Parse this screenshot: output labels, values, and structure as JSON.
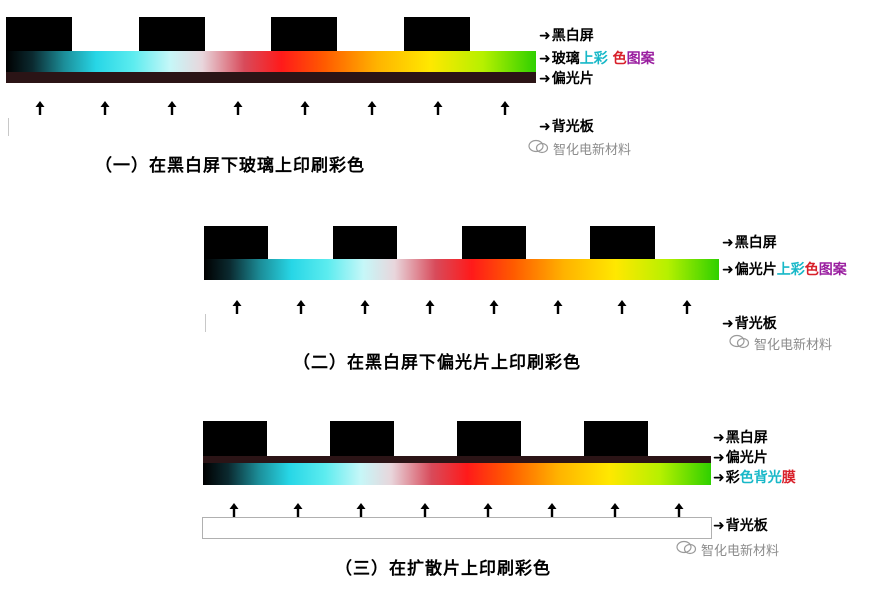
{
  "diagram1": {
    "labels": {
      "black_white_screen": "黑白屏",
      "glass_printed": [
        "玻璃",
        "上",
        "彩",
        "色",
        "图案"
      ],
      "polarizer": "偏光片",
      "backlight": "背光板"
    },
    "caption": "（一）在黑白屏下玻璃上印刷彩色",
    "watermark": "智化电新材料"
  },
  "diagram2": {
    "labels": {
      "black_white_screen": "黑白屏",
      "polarizer_printed": [
        "偏光片",
        "上",
        "彩",
        "色",
        "图案"
      ],
      "backlight": "背光板"
    },
    "caption": "（二）在黑白屏下偏光片上印刷彩色",
    "watermark": "智化电新材料"
  },
  "diagram3": {
    "labels": {
      "black_white_screen": "黑白屏",
      "polarizer": "偏光片",
      "color_backlight_film": [
        "彩",
        "色",
        "背",
        "光",
        "膜"
      ],
      "backlight": "背光板"
    },
    "caption": "（三）在扩散片上印刷彩色",
    "watermark": "智化电新材料"
  },
  "colors": {
    "text": "#000000",
    "label_cyan": "#18b8c8",
    "label_red": "#d8202a",
    "label_purple": "#9a1fa0",
    "polarizer": "#2b1416",
    "watermark": "#8c8c8c"
  },
  "icons": [
    "arrow-up-icon",
    "arrow-right-icon",
    "wechat-watermark-icon"
  ]
}
